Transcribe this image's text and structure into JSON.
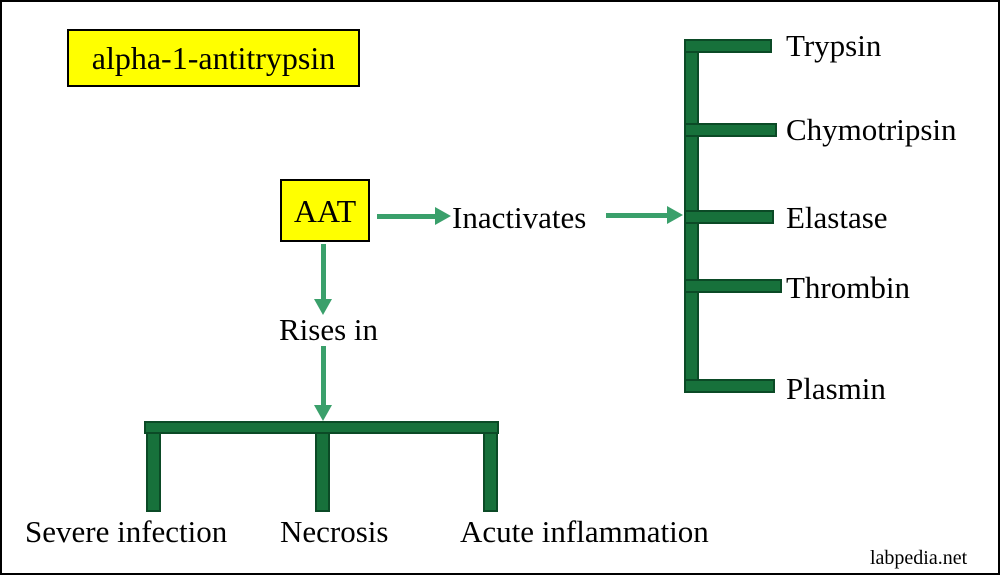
{
  "diagram": {
    "title": "alpha-1-antitrypsin",
    "central_node": "AAT",
    "inactivates_label": "Inactivates",
    "rises_in_label": "Rises in",
    "inactivated_enzymes": [
      "Trypsin",
      "Chymotripsin",
      "Elastase",
      "Thrombin",
      "Plasmin"
    ],
    "rises_in_conditions": [
      "Severe infection",
      "Necrosis",
      "Acute inflammation"
    ],
    "watermark": "labpedia.net",
    "colors": {
      "node_fill": "#ffff00",
      "node_border": "#000000",
      "arrow_green": "#3aa06b",
      "bracket_green": "#17713b",
      "bracket_border": "#0b4a26",
      "text": "#000000",
      "background": "#ffffff"
    }
  }
}
